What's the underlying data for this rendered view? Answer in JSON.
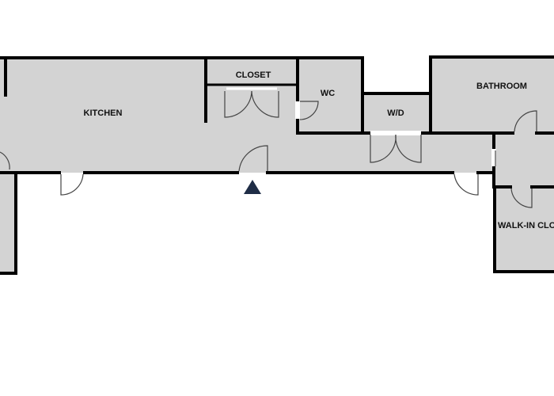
{
  "floorplan": {
    "rooms": {
      "kitchen": "KITCHEN",
      "closet": "CLOSET",
      "wc": "WC",
      "wd": "W/D",
      "bathroom": "BATHROOM",
      "walk_in_closet": "WALK-IN CLOSET"
    },
    "entrance_marker": "entrance-arrow-icon"
  },
  "colors": {
    "room_fill": "#d3d3d3",
    "wall": "#000000",
    "entrance_marker": "#1f2d46"
  }
}
